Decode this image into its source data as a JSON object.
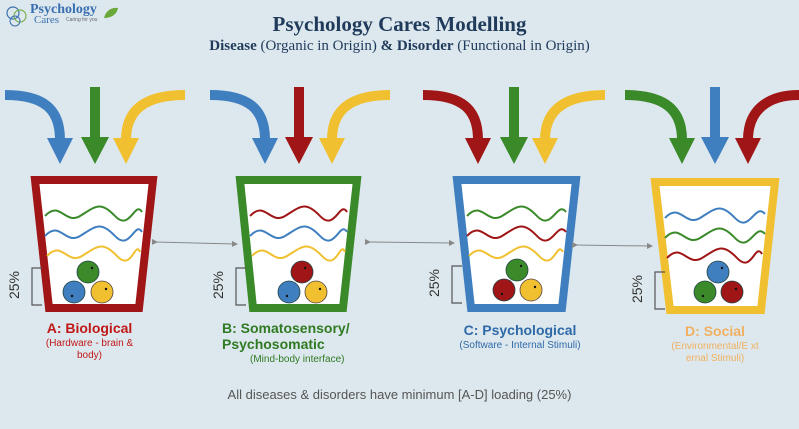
{
  "logo": {
    "line1": "Psychology",
    "line2": "Cares",
    "tagline": "Caring for you"
  },
  "title": "Psychology Cares Modelling",
  "subtitle": {
    "disease": "Disease",
    "disease_note": " (Organic in Origin) ",
    "amp": "&",
    "disorder": " Disorder",
    "disorder_note": " (Functional in Origin)"
  },
  "colors": {
    "red": "#a01515",
    "green": "#3a8a2a",
    "blue": "#3f7fbf",
    "yellow": "#f0c030",
    "title": "#1f3a5a"
  },
  "percent_label": "25%",
  "buckets": [
    {
      "id": "A",
      "head": "A: Biological",
      "desc": "(Hardware - brain & body)",
      "color": "#a01515",
      "desc_color": "#c01818"
    },
    {
      "id": "B",
      "head": "B: Somatosensory/ Psychosomatic",
      "desc": "(Mind-body interface)",
      "color": "#3a8a2a",
      "desc_color": "#2f7a22"
    },
    {
      "id": "C",
      "head": "C: Psychological",
      "desc": "(Software - Internal Stimuli)",
      "color": "#3f7fbf",
      "desc_color": "#2f6aa8"
    },
    {
      "id": "D",
      "head": "D: Social",
      "desc": "(Environmental/E xternal Stimuli)",
      "color": "#f0c030",
      "desc_color": "#f0b060"
    }
  ],
  "footer": "All diseases & disorders have minimum [A-D] loading (25%)"
}
